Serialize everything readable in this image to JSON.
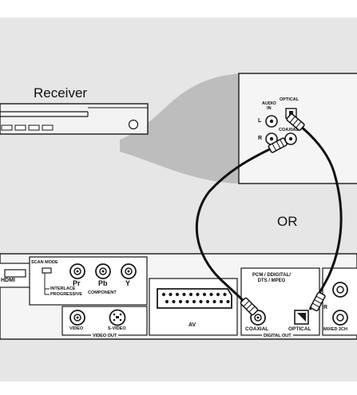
{
  "labels": {
    "receiver": "Receiver",
    "or": "OR",
    "audio_in": "AUDIO\nIN",
    "optical_small": "OPTICAL",
    "coaxial_small": "COAXIAL",
    "l": "L",
    "r": "R",
    "hdmi": "HDMI",
    "scan_mode": "SCAN MODE",
    "interlace": "INTERLACE",
    "progressive": "PROGRESSIVE",
    "pr": "Pr",
    "pb": "Pb",
    "y": "Y",
    "component": "COMPONENT",
    "video": "VIDEO",
    "s_video": "S-VIDEO",
    "video_out": "VIDEO OUT",
    "av": "AV",
    "pcm": "PCM / DDIGITAL/\nDTS / MPEG",
    "coaxial": "COAXIAL",
    "optical": "OPTICAL",
    "digital_out": "DIGITAL OUT",
    "r_right": "R",
    "mixed_2ch": "MIXED 2CH"
  },
  "colors": {
    "background_band": "#e6e6e6",
    "panel_fill": "#f5f5f5",
    "outline": "#1a1a1a",
    "cable": "#111111",
    "swoosh": "#bdbdbd"
  }
}
